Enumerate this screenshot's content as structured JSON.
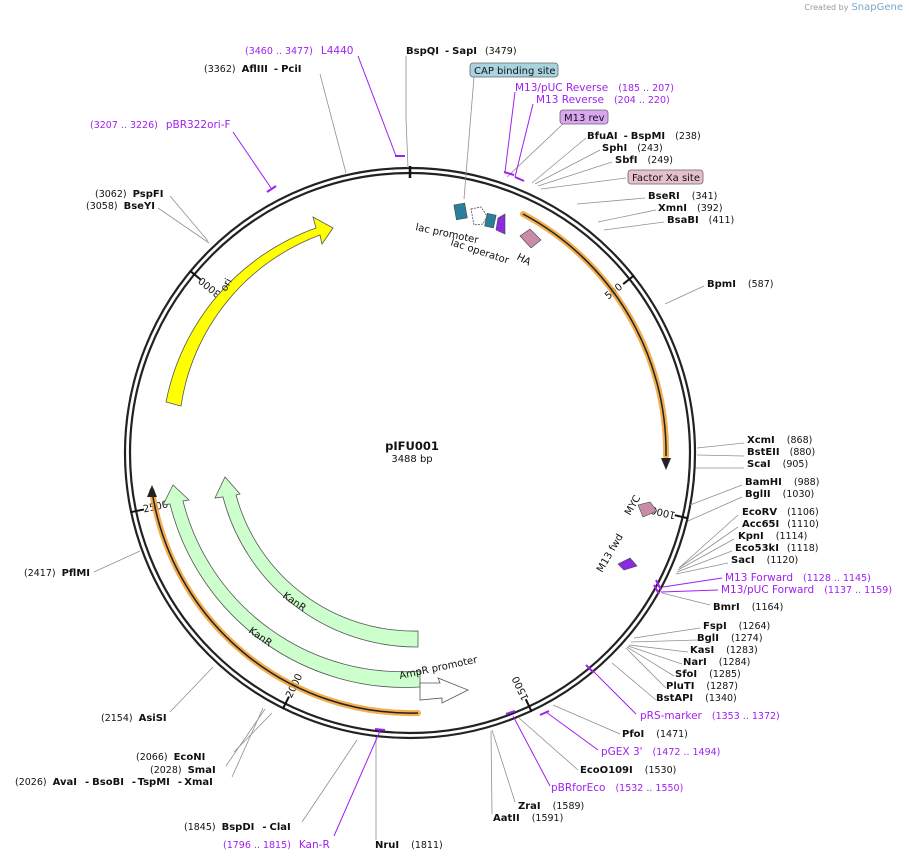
{
  "brand": {
    "created_by": "Created by",
    "name": "SnapGene"
  },
  "plasmid": {
    "name": "pIFU001",
    "length_label": "3488 bp",
    "length": 3488
  },
  "ticks": [
    {
      "label": "500",
      "bp": 500
    },
    {
      "label": "1000",
      "bp": 1000
    },
    {
      "label": "1500",
      "bp": 1500
    },
    {
      "label": "2000",
      "bp": 2000
    },
    {
      "label": "2500",
      "bp": 2500
    },
    {
      "label": "3000",
      "bp": 3000
    }
  ],
  "sites": [
    {
      "name": "BspQI",
      "name2": "SapI",
      "pos": "(3479)",
      "bp": 3479
    },
    {
      "name": "AflIII",
      "name2": "PciI",
      "pos": "(3362)",
      "bp": 3362
    },
    {
      "name": "BfuAI",
      "name2": "BspMI",
      "pos": "(238)",
      "bp": 238
    },
    {
      "name": "SphI",
      "pos": "(243)",
      "bp": 243
    },
    {
      "name": "SbfI",
      "pos": "(249)",
      "bp": 249
    },
    {
      "name": "BseRI",
      "pos": "(341)",
      "bp": 341
    },
    {
      "name": "XmnI",
      "pos": "(392)",
      "bp": 392
    },
    {
      "name": "BsaBI",
      "pos": "(411)",
      "bp": 411
    },
    {
      "name": "BpmI",
      "pos": "(587)",
      "bp": 587
    },
    {
      "name": "XcmI",
      "pos": "(868)",
      "bp": 868
    },
    {
      "name": "BstEII",
      "pos": "(880)",
      "bp": 880
    },
    {
      "name": "ScaI",
      "pos": "(905)",
      "bp": 905
    },
    {
      "name": "BamHI",
      "pos": "(988)",
      "bp": 988
    },
    {
      "name": "BglII",
      "pos": "(1030)",
      "bp": 1030
    },
    {
      "name": "EcoRV",
      "pos": "(1106)",
      "bp": 1106
    },
    {
      "name": "Acc65I",
      "pos": "(1110)",
      "bp": 1110
    },
    {
      "name": "KpnI",
      "pos": "(1114)",
      "bp": 1114
    },
    {
      "name": "Eco53kI",
      "pos": "(1118)",
      "bp": 1118
    },
    {
      "name": "SacI",
      "pos": "(1120)",
      "bp": 1120
    },
    {
      "name": "BmrI",
      "pos": "(1164)",
      "bp": 1164
    },
    {
      "name": "FspI",
      "pos": "(1264)",
      "bp": 1264
    },
    {
      "name": "BglI",
      "pos": "(1274)",
      "bp": 1274
    },
    {
      "name": "KasI",
      "pos": "(1283)",
      "bp": 1283
    },
    {
      "name": "NarI",
      "pos": "(1284)",
      "bp": 1284
    },
    {
      "name": "SfoI",
      "pos": "(1285)",
      "bp": 1285
    },
    {
      "name": "PluTI",
      "pos": "(1287)",
      "bp": 1287
    },
    {
      "name": "BstAPI",
      "pos": "(1340)",
      "bp": 1340
    },
    {
      "name": "PfoI",
      "pos": "(1471)",
      "bp": 1471
    },
    {
      "name": "EcoO109I",
      "pos": "(1530)",
      "bp": 1530
    },
    {
      "name": "ZraI",
      "pos": "(1589)",
      "bp": 1589
    },
    {
      "name": "AatII",
      "pos": "(1591)",
      "bp": 1591
    },
    {
      "name": "NruI",
      "pos": "(1811)",
      "bp": 1811
    },
    {
      "name": "BspDI",
      "name2": "ClaI",
      "pos": "(1845)",
      "bp": 1845
    },
    {
      "name": "EcoNI",
      "pos": "(2066)",
      "bp": 2066
    },
    {
      "name": "SmaI",
      "pos": "(2028)",
      "bp": 2028
    },
    {
      "name": "AvaI",
      "name2": "BsoBI",
      "name3": "TspMI",
      "name4": "XmaI",
      "pos": "(2026)",
      "bp": 2026
    },
    {
      "name": "AsiSI",
      "pos": "(2154)",
      "bp": 2154
    },
    {
      "name": "PflMI",
      "pos": "(2417)",
      "bp": 2417
    },
    {
      "name": "PspFI",
      "pos": "(3062)",
      "bp": 3062
    },
    {
      "name": "BseYI",
      "pos": "(3058)",
      "bp": 3058
    }
  ],
  "primers": [
    {
      "name": "L4440",
      "range": "(3460 .. 3477)",
      "start": 3460,
      "end": 3477
    },
    {
      "name": "M13/pUC Reverse",
      "range": "(185 .. 207)",
      "start": 185,
      "end": 207
    },
    {
      "name": "M13 Reverse",
      "range": "(204 .. 220)",
      "start": 204,
      "end": 220
    },
    {
      "name": "pBR322ori-F",
      "range": "(3207 .. 3226)",
      "start": 3207,
      "end": 3226
    },
    {
      "name": "M13 Forward",
      "range": "(1128 .. 1145)",
      "start": 1128,
      "end": 1145
    },
    {
      "name": "M13/pUC Forward",
      "range": "(1137 .. 1159)",
      "start": 1137,
      "end": 1159
    },
    {
      "name": "pRS-marker",
      "range": "(1353 .. 1372)",
      "start": 1353,
      "end": 1372
    },
    {
      "name": "pGEX 3'",
      "range": "(1472 .. 1494)",
      "start": 1472,
      "end": 1494
    },
    {
      "name": "pBRforEco",
      "range": "(1532 .. 1550)",
      "start": 1532,
      "end": 1550
    },
    {
      "name": "Kan-R",
      "range": "(1796 .. 1815)",
      "start": 1796,
      "end": 1815
    }
  ],
  "boxed_features": [
    {
      "name": "CAP binding site",
      "color": "#a8d4e0"
    },
    {
      "name": "M13 rev",
      "color": "#d9a6f0"
    },
    {
      "name": "Factor Xa site",
      "color": "#e6bfcf"
    }
  ],
  "features": [
    {
      "name": "lac promoter",
      "color": "#ffffff"
    },
    {
      "name": "lac operator",
      "color": "#2a7f9b"
    },
    {
      "name": "HA",
      "color": "#c88ca8"
    },
    {
      "name": "MYC",
      "color": "#c88ca8"
    },
    {
      "name": "M13 fwd",
      "color": "#8a2be2"
    },
    {
      "name": "ori",
      "color": "#ffff00"
    },
    {
      "name": "KanR",
      "color": "#ccffcc"
    },
    {
      "name": "KanR",
      "color": "#ccffcc"
    },
    {
      "name": "AmpR promoter",
      "color": "#ffffff"
    }
  ],
  "colors": {
    "orf": "#f0a030",
    "primer": "#a020f0",
    "site_line": "#808080",
    "backbone": "#222222"
  }
}
